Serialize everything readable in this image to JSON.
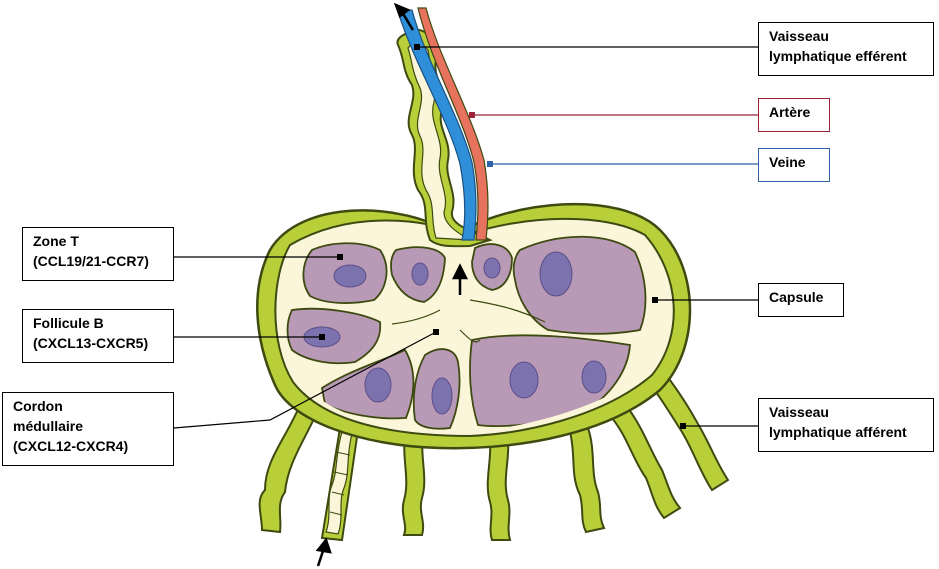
{
  "labels": {
    "efferent": {
      "line1": "Vaisseau",
      "line2": "lymphatique efférent"
    },
    "artery": {
      "line1": "Artère"
    },
    "vein": {
      "line1": "Veine"
    },
    "capsule": {
      "line1": "Capsule"
    },
    "afferent": {
      "line1": "Vaisseau",
      "line2": "lymphatique afférent"
    },
    "zone_t": {
      "line1": "Zone T",
      "line2": "(CCL19/21-CCR7)"
    },
    "follicle_b": {
      "line1": "Follicule B",
      "line2": "(CXCL13-CXCR5)"
    },
    "medullary_cord": {
      "line1": "Cordon",
      "line2": "médullaire",
      "line3": "(CXCL12-CXCR4)"
    }
  },
  "colors": {
    "capsule": "#b9cf3a",
    "capsule_edge": "#3d4a10",
    "sinus": "#fbf6d9",
    "tissue": "#b89ab6",
    "nucleus": "#7c72ad",
    "artery": "#e7735f",
    "vein": "#2f8fd8",
    "artery_line": "#9b2335",
    "vein_line": "#2f62a8"
  }
}
